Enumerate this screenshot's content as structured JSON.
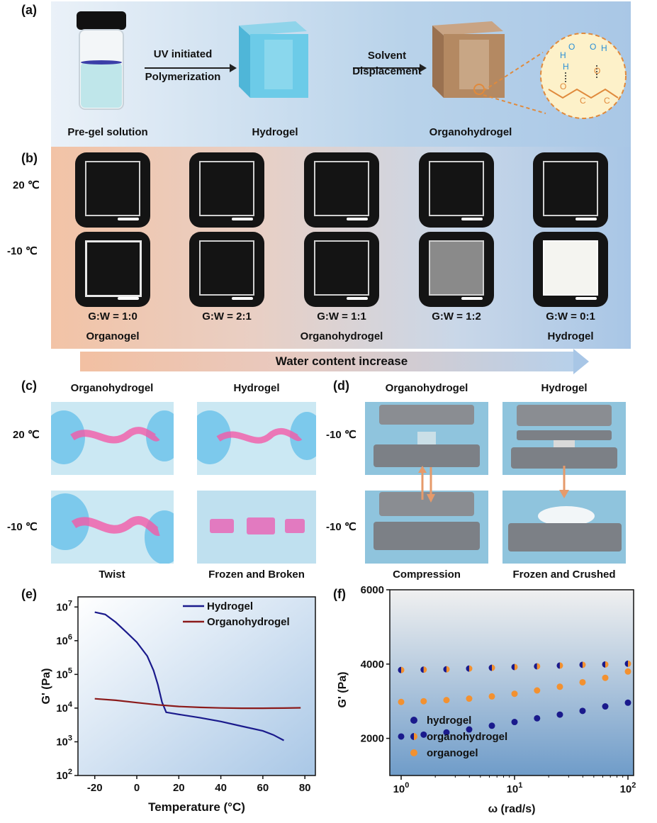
{
  "panels": {
    "a": "(a)",
    "b": "(b)",
    "c": "(c)",
    "d": "(d)",
    "e": "(e)",
    "f": "(f)"
  },
  "a": {
    "arrow1_line1": "UV initiated",
    "arrow1_line2": "Polymerization",
    "arrow2_line1": "Solvent",
    "arrow2_line2": "Displacement",
    "label_pregel": "Pre-gel solution",
    "label_hydrogel": "Hydrogel",
    "label_organohydrogel": "Organohydrogel",
    "molecule": {
      "h": "H",
      "o": "O",
      "c": "C"
    }
  },
  "b": {
    "row1_temp": "20 ℃",
    "row2_temp": "-10 ℃",
    "ratios": [
      "G:W = 1:0",
      "G:W = 2:1",
      "G:W = 1:1",
      "G:W = 1:2",
      "G:W = 0:1"
    ],
    "type_organogel": "Organogel",
    "type_organohydrogel": "Organohydrogel",
    "type_hydrogel": "Hydrogel",
    "water_arrow": "Water content increase"
  },
  "c": {
    "col1": "Organohydrogel",
    "col2": "Hydrogel",
    "row1_temp": "20 ℃",
    "row2_temp": "-10 ℃",
    "caption1": "Twist",
    "caption2": "Frozen and Broken"
  },
  "d": {
    "col1": "Organohydrogel",
    "col2": "Hydrogel",
    "row1_temp": "-10 ℃",
    "row2_temp": "-10 ℃",
    "caption1": "Compression",
    "caption2": "Frozen and Crushed"
  },
  "colors": {
    "hydrogel": "#1a1a8c",
    "organohydrogel": "#8b1a1a",
    "organogel": "#f39130",
    "accent_orange": "#e69a6a"
  },
  "chart_data": [
    {
      "type": "line",
      "xlabel": "Temperature (°C)",
      "ylabel": "G' (Pa)",
      "xlim": [
        -28,
        85
      ],
      "ylim_log10": [
        2,
        7.3
      ],
      "xticks": [
        "-20",
        "0",
        "20",
        "40",
        "60",
        "80"
      ],
      "yticks": [
        "10^2",
        "10^3",
        "10^4",
        "10^5",
        "10^6",
        "10^7"
      ],
      "legend_position": "top-right",
      "series": [
        {
          "name": "Hydrogel",
          "color": "#1a1a8c",
          "x": [
            -20,
            -15,
            -10,
            -5,
            0,
            5,
            8,
            10,
            12,
            14,
            20,
            30,
            40,
            50,
            60,
            65,
            70
          ],
          "y": [
            7000000,
            6000000,
            3500000,
            1800000,
            900000,
            350000,
            130000,
            50000,
            15000,
            7500,
            6500,
            5200,
            4000,
            2900,
            2100,
            1600,
            1100
          ]
        },
        {
          "name": "Organohydrogel",
          "color": "#8b1a1a",
          "x": [
            -20,
            -10,
            0,
            10,
            20,
            30,
            40,
            50,
            60,
            70,
            78
          ],
          "y": [
            19000,
            17000,
            14500,
            12500,
            11200,
            10500,
            10100,
            9900,
            9900,
            10000,
            10200
          ]
        }
      ]
    },
    {
      "type": "scatter",
      "xlabel": "ω (rad/s)",
      "ylabel": "G' (Pa)",
      "x_scale": "log",
      "xlim_log10": [
        -0.1,
        2.05
      ],
      "ylim": [
        1000,
        6000
      ],
      "xticks": [
        "10^0",
        "10^1",
        "10^2"
      ],
      "yticks": [
        "2000",
        "4000",
        "6000"
      ],
      "legend_position": "bottom-left",
      "series": [
        {
          "name": "hydrogel",
          "color": "#1a1a8c",
          "x": [
            1,
            1.58,
            2.51,
            3.98,
            6.31,
            10,
            15.8,
            25.1,
            39.8,
            63.1,
            100
          ],
          "y": [
            2050,
            2100,
            2160,
            2240,
            2340,
            2440,
            2540,
            2640,
            2740,
            2860,
            2960
          ]
        },
        {
          "name": "organohydrogel",
          "color": "#1a1a8c",
          "color2": "#f39130",
          "x": [
            1,
            1.58,
            2.51,
            3.98,
            6.31,
            10,
            15.8,
            25.1,
            39.8,
            63.1,
            100
          ],
          "y": [
            3840,
            3850,
            3860,
            3880,
            3900,
            3920,
            3940,
            3960,
            3980,
            3990,
            4010
          ]
        },
        {
          "name": "organogel",
          "color": "#f39130",
          "x": [
            1,
            1.58,
            2.51,
            3.98,
            6.31,
            10,
            15.8,
            25.1,
            39.8,
            63.1,
            100
          ],
          "y": [
            2980,
            3000,
            3030,
            3070,
            3130,
            3200,
            3290,
            3390,
            3510,
            3630,
            3800
          ]
        }
      ]
    }
  ]
}
